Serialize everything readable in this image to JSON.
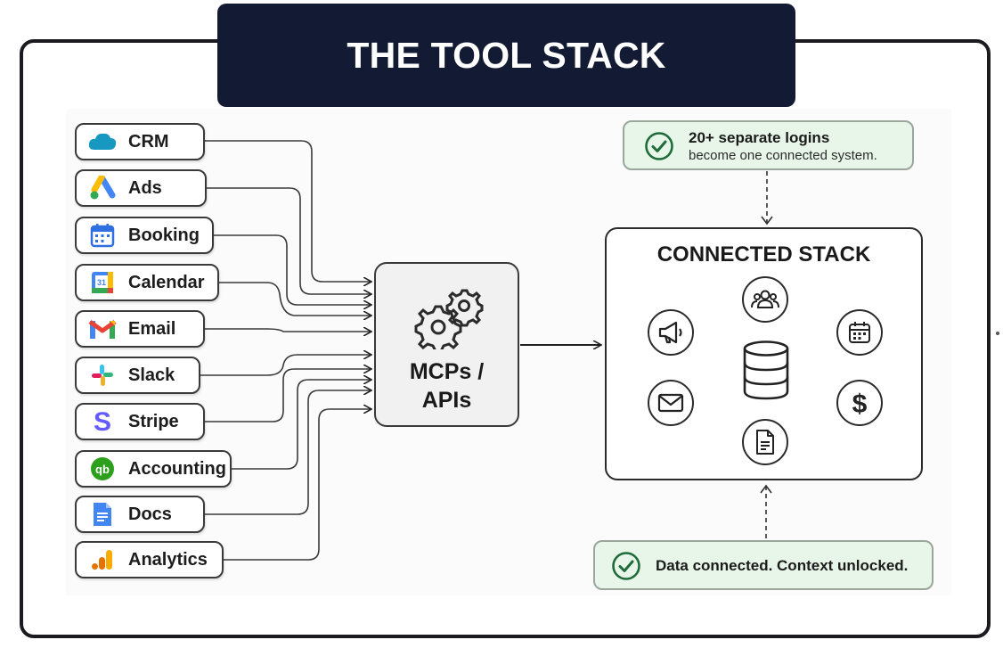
{
  "title": "THE TOOL STACK",
  "tools": [
    {
      "label": "CRM",
      "icon": "salesforce-cloud-icon"
    },
    {
      "label": "Ads",
      "icon": "google-ads-icon"
    },
    {
      "label": "Booking",
      "icon": "booking-calendar-icon"
    },
    {
      "label": "Calendar",
      "icon": "google-calendar-icon"
    },
    {
      "label": "Email",
      "icon": "gmail-icon"
    },
    {
      "label": "Slack",
      "icon": "slack-icon"
    },
    {
      "label": "Stripe",
      "icon": "stripe-icon"
    },
    {
      "label": "Accounting",
      "icon": "quickbooks-icon"
    },
    {
      "label": "Docs",
      "icon": "google-docs-icon"
    },
    {
      "label": "Analytics",
      "icon": "google-analytics-icon"
    }
  ],
  "hub": {
    "line1": "MCPs /",
    "line2": "APIs",
    "icon": "gears-icon"
  },
  "connected_stack": {
    "title": "CONNECTED STACK",
    "center_icon": "database-icon",
    "nodes": [
      "users-icon",
      "megaphone-icon",
      "calendar-icon",
      "mail-icon",
      "dollar-icon",
      "document-icon"
    ]
  },
  "callout_top": {
    "title": "20+ separate logins",
    "subtitle": "become one connected system.",
    "icon": "check-circle-icon"
  },
  "callout_bottom": {
    "text": "Data connected. Context unlocked.",
    "icon": "check-circle-icon"
  },
  "colors": {
    "banner": "#131a33",
    "callout_fill": "#e7f6e9",
    "check": "#1f6b3a"
  }
}
